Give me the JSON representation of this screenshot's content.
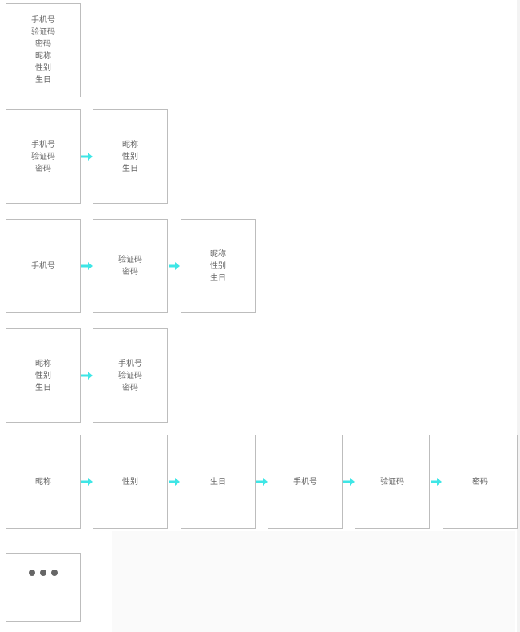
{
  "colors": {
    "arrow": "#3ee6e6",
    "box_border": "#bdbdbd",
    "text": "#666666"
  },
  "rows": [
    {
      "steps": [
        {
          "lines": [
            "手机号",
            "验证码",
            "密码",
            "昵称",
            "性别",
            "生日"
          ]
        }
      ]
    },
    {
      "steps": [
        {
          "lines": [
            "手机号",
            "验证码",
            "密码"
          ]
        },
        {
          "lines": [
            "昵称",
            "性别",
            "生日"
          ]
        }
      ]
    },
    {
      "steps": [
        {
          "lines": [
            "手机号"
          ]
        },
        {
          "lines": [
            "验证码",
            "密码"
          ]
        },
        {
          "lines": [
            "昵称",
            "性别",
            "生日"
          ]
        }
      ]
    },
    {
      "steps": [
        {
          "lines": [
            "昵称",
            "性别",
            "生日"
          ]
        },
        {
          "lines": [
            "手机号",
            "验证码",
            "密码"
          ]
        }
      ]
    },
    {
      "steps": [
        {
          "lines": [
            "昵称"
          ]
        },
        {
          "lines": [
            "性别"
          ]
        },
        {
          "lines": [
            "生日"
          ]
        },
        {
          "lines": [
            "手机号"
          ]
        },
        {
          "lines": [
            "验证码"
          ]
        },
        {
          "lines": [
            "密码"
          ]
        }
      ]
    },
    {
      "steps": [
        {
          "lines": [],
          "icon": "ellipsis-icon"
        }
      ]
    }
  ]
}
